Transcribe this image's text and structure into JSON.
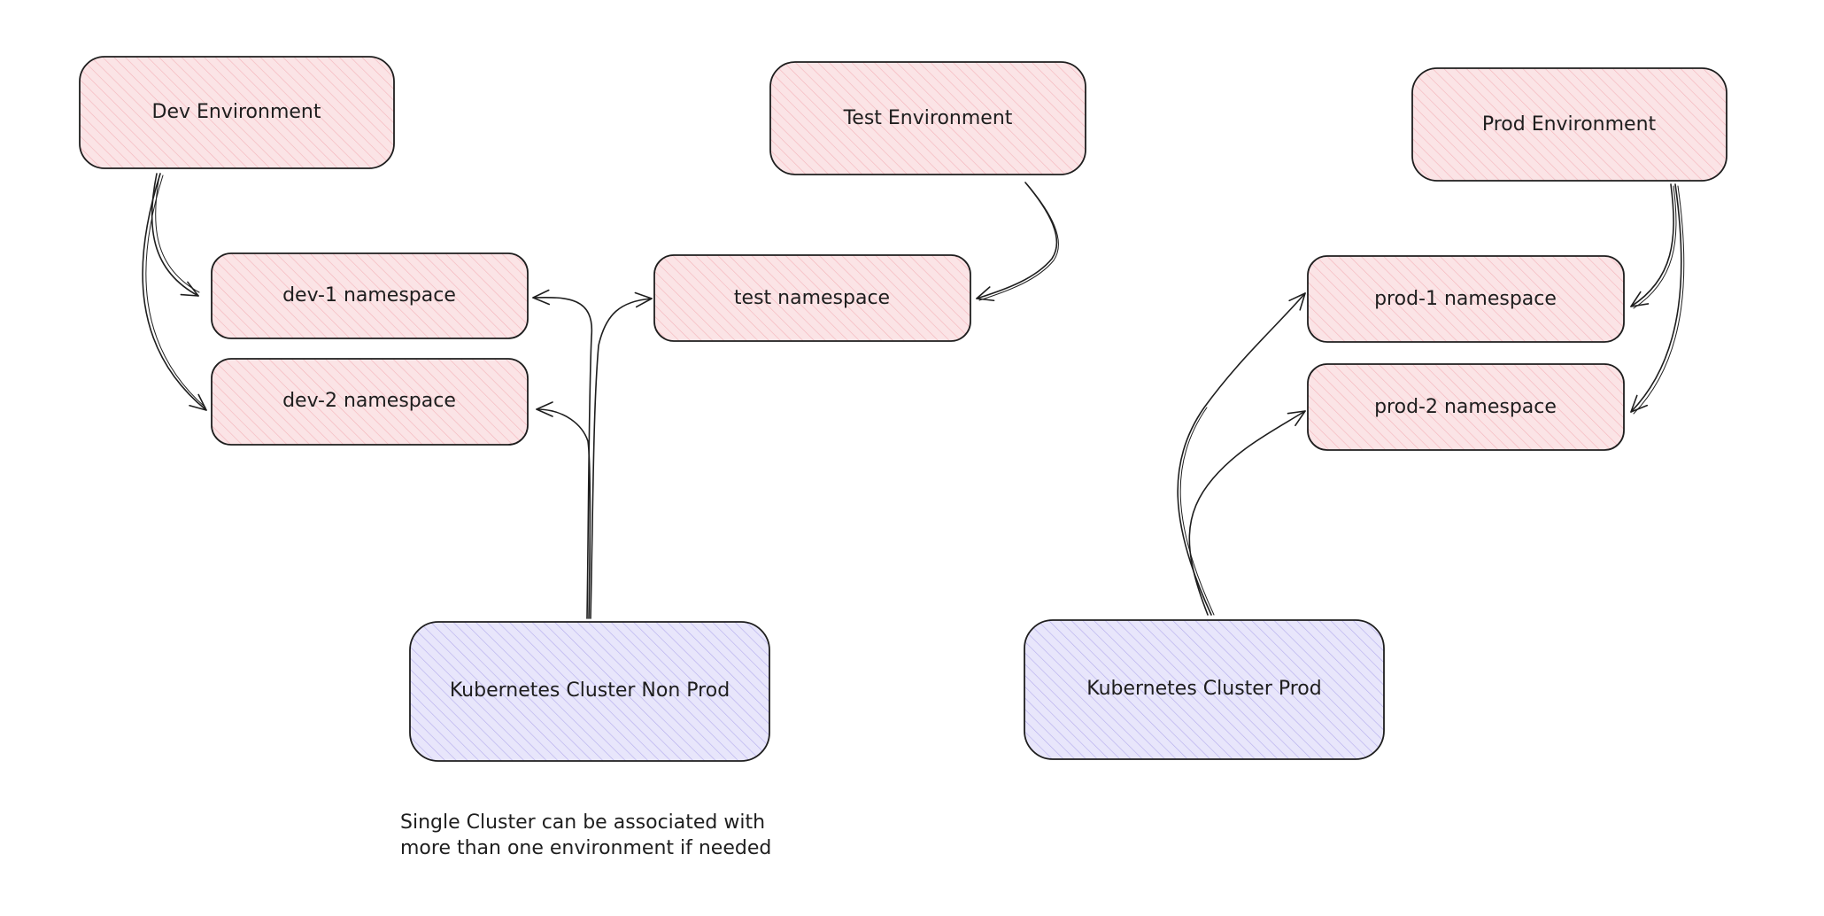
{
  "colors": {
    "stroke": "#1e1e1e",
    "environment_fill": "#fbe4e6",
    "environment_hatch": "#f4b4ba",
    "cluster_fill": "#e8e6fb",
    "cluster_hatch": "#b4acec"
  },
  "environments": {
    "dev": "Dev Environment",
    "test": "Test Environment",
    "prod": "Prod Environment"
  },
  "namespaces": {
    "dev1": "dev-1 namespace",
    "dev2": "dev-2 namespace",
    "test": "test namespace",
    "prod1": "prod-1 namespace",
    "prod2": "prod-2 namespace"
  },
  "clusters": {
    "nonprod": "Kubernetes Cluster Non Prod",
    "prod": "Kubernetes Cluster Prod"
  },
  "note": {
    "line1": "Single Cluster can be associated with",
    "line2": "more than one environment if needed"
  }
}
